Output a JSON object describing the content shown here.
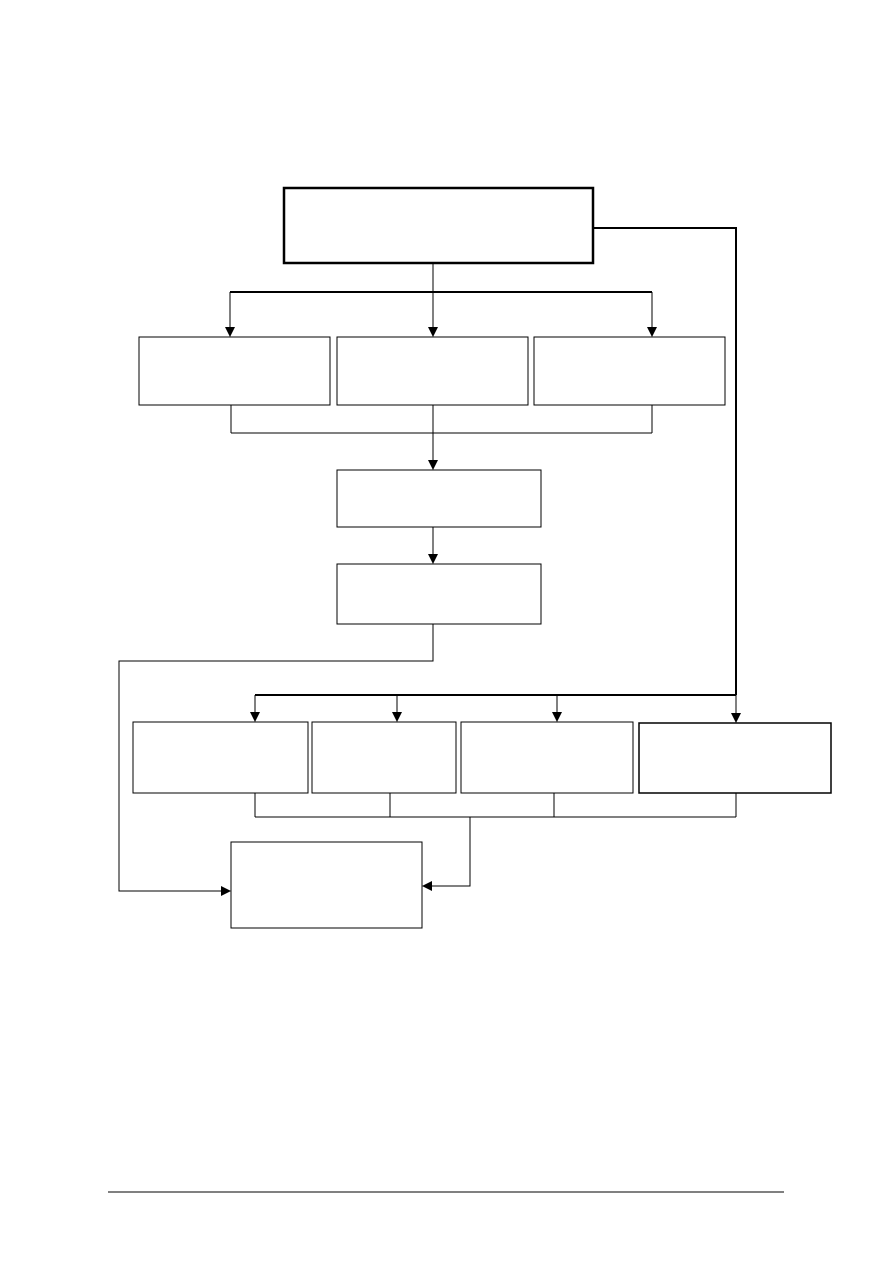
{
  "diagram": {
    "boxes": [
      {
        "id": "top",
        "label": ""
      },
      {
        "id": "row1-left",
        "label": ""
      },
      {
        "id": "row1-center",
        "label": ""
      },
      {
        "id": "row1-right",
        "label": ""
      },
      {
        "id": "middle-1",
        "label": ""
      },
      {
        "id": "middle-2",
        "label": ""
      },
      {
        "id": "row3-a",
        "label": ""
      },
      {
        "id": "row3-b",
        "label": ""
      },
      {
        "id": "row3-c",
        "label": ""
      },
      {
        "id": "row3-d",
        "label": ""
      },
      {
        "id": "bottom",
        "label": ""
      }
    ]
  },
  "colors": {
    "stroke": "#000000",
    "background": "#ffffff"
  }
}
